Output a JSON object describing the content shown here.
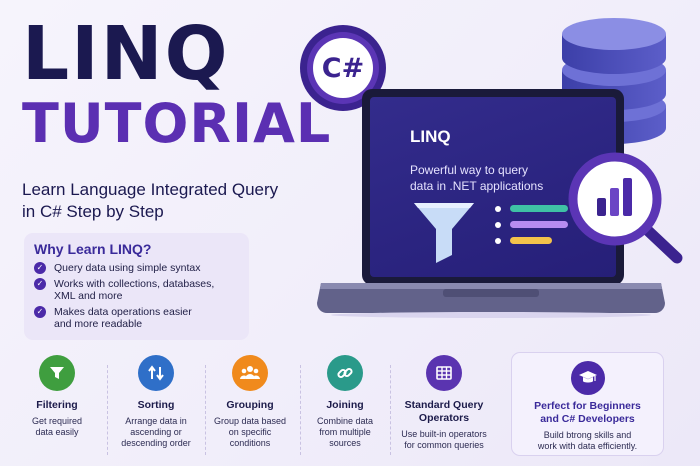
{
  "header": {
    "title_line1": "LINQ",
    "title_line2": "TUTORIAL",
    "subtitle_line1": "Learn Language Integrated Query",
    "subtitle_line2": "in C# Step by Step"
  },
  "why_card": {
    "title": "Why Learn LINQ?",
    "items": [
      {
        "line1": "Query data using simple syntax",
        "line2": ""
      },
      {
        "line1": "Works with collections, databases,",
        "line2": "XML and more"
      },
      {
        "line1": "Makes data operations easier",
        "line2": "and more readable"
      }
    ]
  },
  "badge": {
    "label": "C#"
  },
  "laptop": {
    "screen_title": "LINQ",
    "screen_line1": "Powerful way to query",
    "screen_line2": "data in .NET applications"
  },
  "features": [
    {
      "title": "Filtering",
      "title2": "",
      "desc1": "Get required",
      "desc2": "data easily",
      "desc3": "",
      "color": "#3f9e3f",
      "icon": "filter-icon"
    },
    {
      "title": "Sorting",
      "title2": "",
      "desc1": "Arrange data in",
      "desc2": "ascending or",
      "desc3": "descending order",
      "color": "#2f6fc8",
      "icon": "sort-arrows-icon"
    },
    {
      "title": "Grouping",
      "title2": "",
      "desc1": "Group data based",
      "desc2": "on specific",
      "desc3": "conditions",
      "color": "#f08a1c",
      "icon": "group-users-icon"
    },
    {
      "title": "Joining",
      "title2": "",
      "desc1": "Combine data",
      "desc2": "from multiple",
      "desc3": "sources",
      "color": "#2a9a8a",
      "icon": "link-icon"
    },
    {
      "title": "Standard Query",
      "title2": "Operators",
      "desc1": "Use built-in operators",
      "desc2": "for common queries",
      "desc3": "",
      "color": "#5a34b0",
      "icon": "table-icon"
    }
  ],
  "cta": {
    "title1": "Perfect for Beginners",
    "title2": "and C# Developers",
    "desc1": "Build btrong skills and",
    "desc2": "work with data efficiently.",
    "icon": "graduation-cap-icon"
  },
  "colors": {
    "navy": "#1b1950",
    "purple": "#5b2fb2",
    "screen": "#2b2480"
  }
}
